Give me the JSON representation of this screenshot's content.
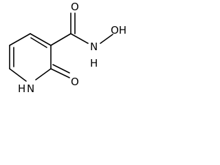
{
  "molecule": {
    "labels": {
      "hydroxyl_oxygen": "OH",
      "amide_nitrogen": "N",
      "amide_hydrogen": "H",
      "carbonyl_oxygen": "O",
      "ring_nitrogen": "N",
      "ring_hydrogen": "H",
      "ring_oxo_oxygen": "O"
    }
  }
}
